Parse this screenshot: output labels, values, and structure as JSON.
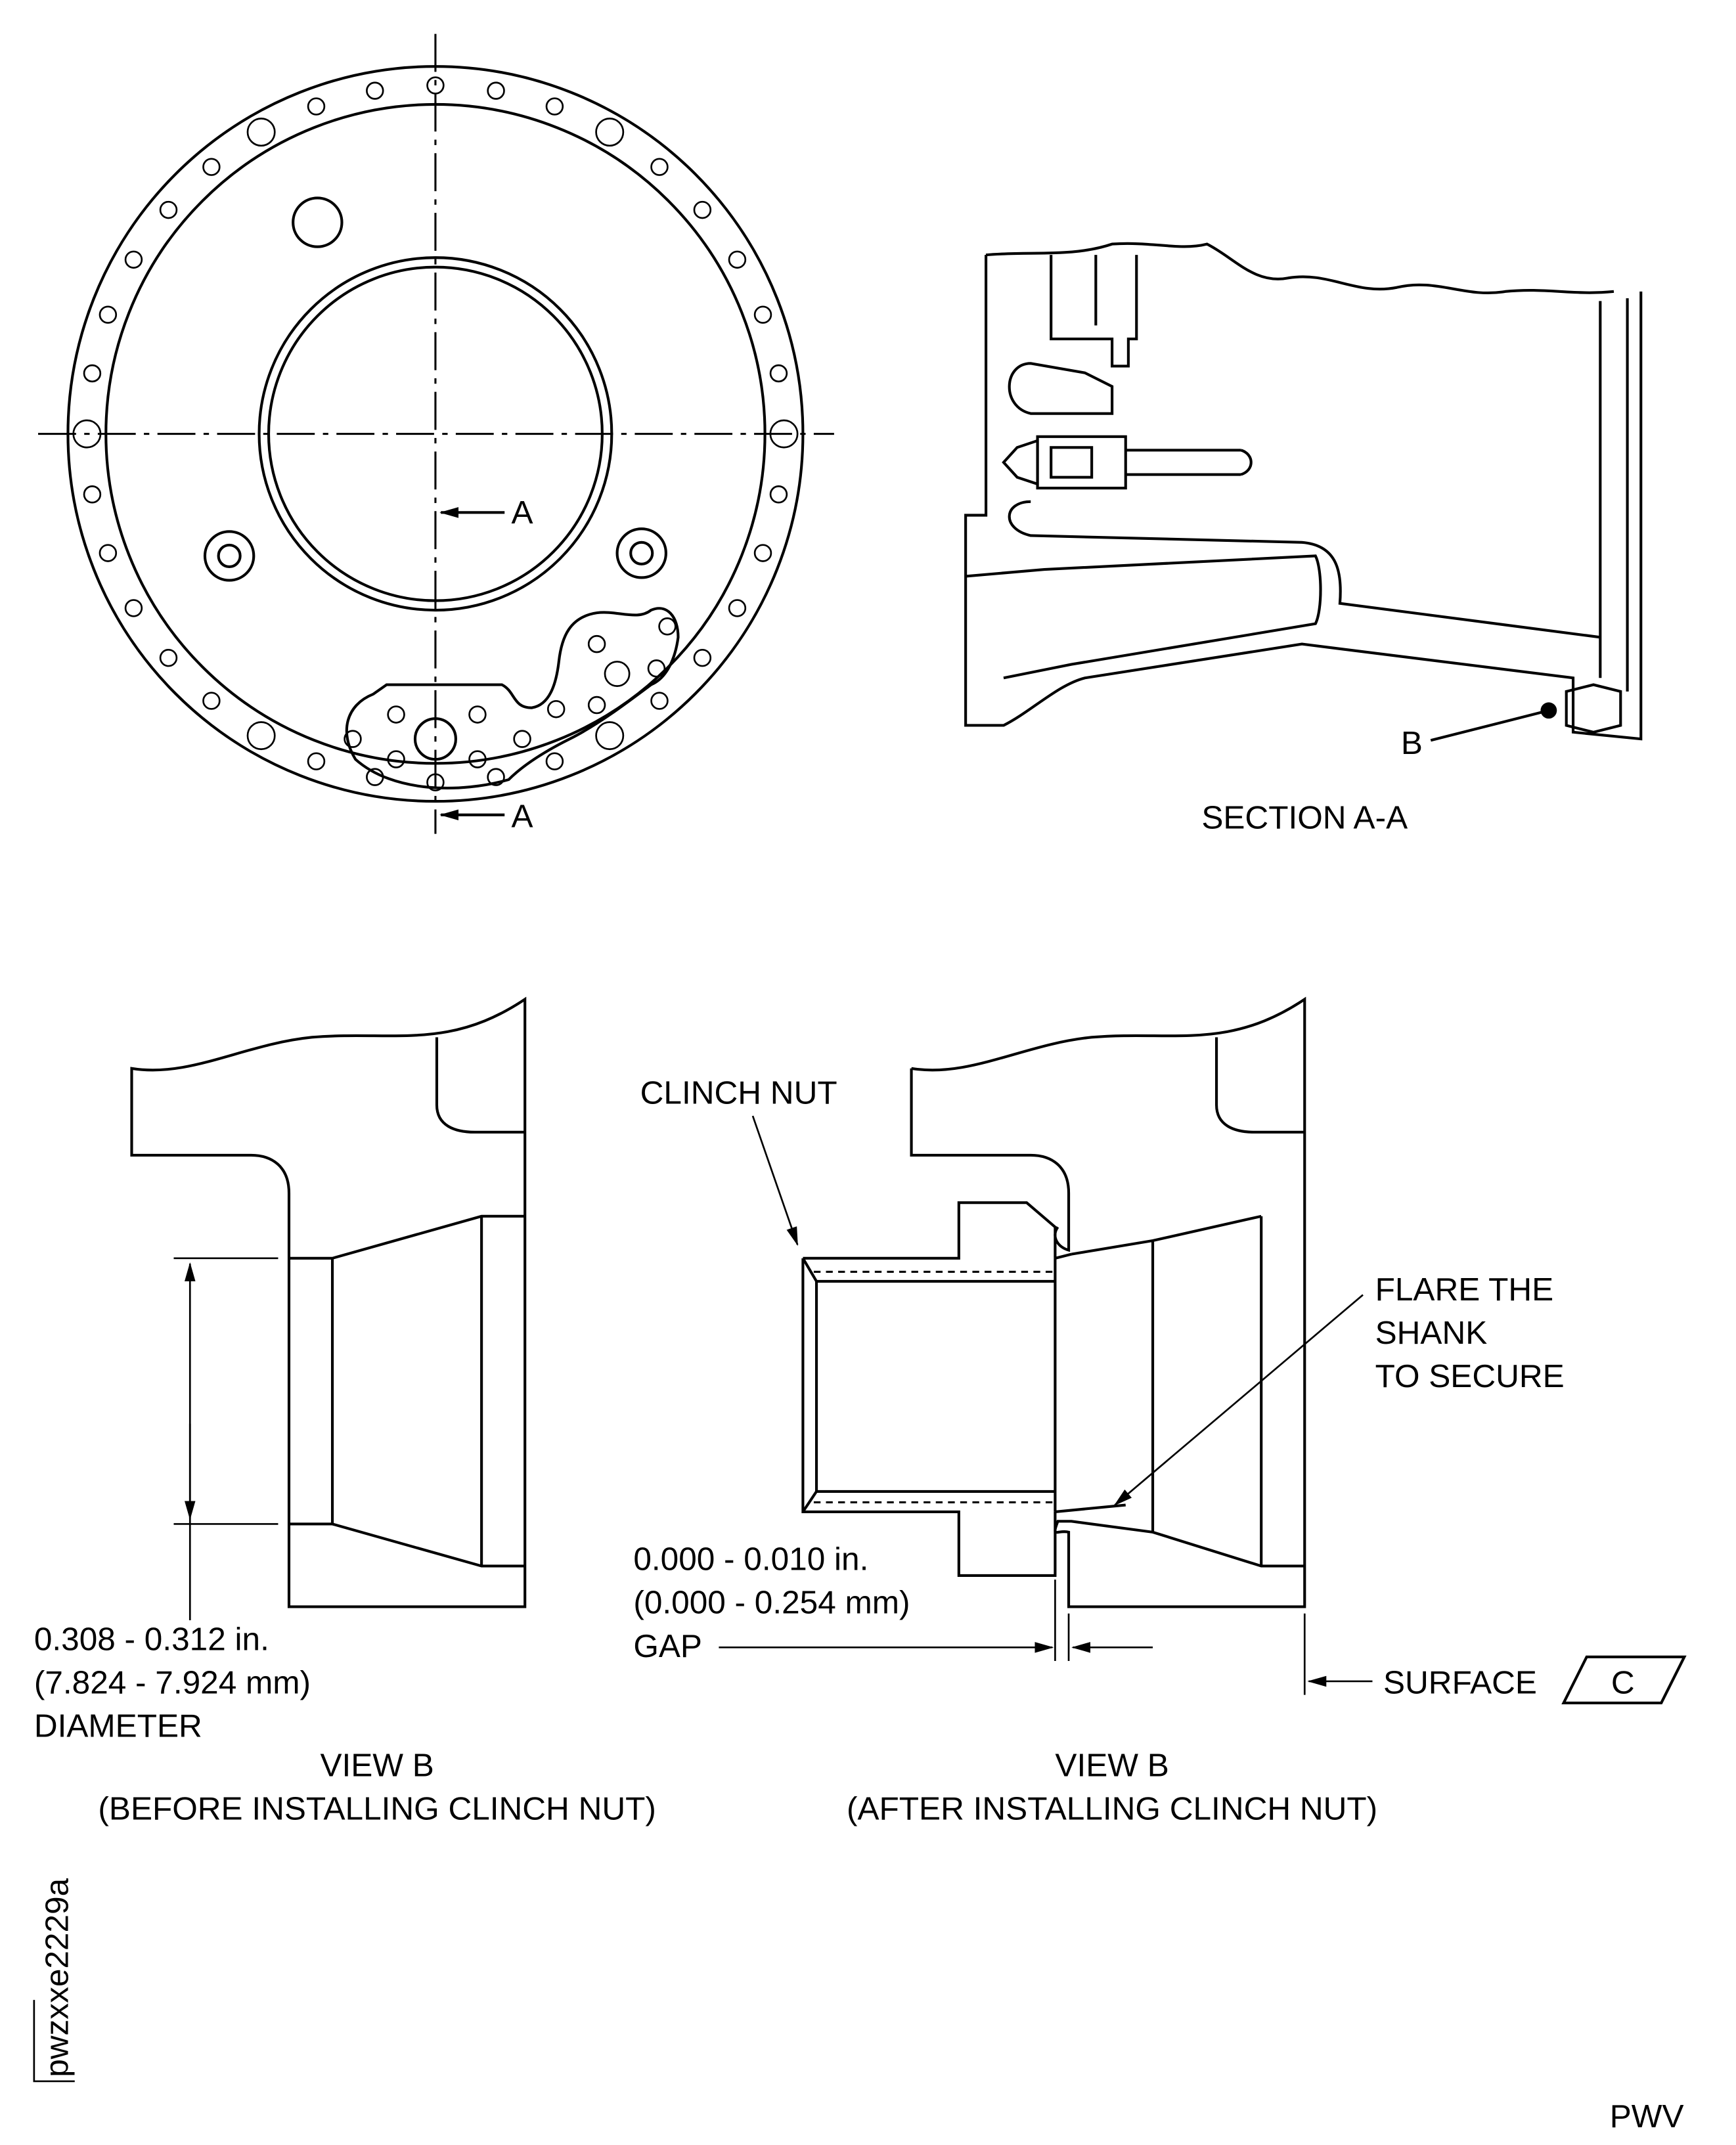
{
  "labels": {
    "section_arrow_a1": "A",
    "section_arrow_a2": "A",
    "section_title": "SECTION A-A",
    "detail_b": "B",
    "clinch_nut": "CLINCH NUT",
    "flare_line1": "FLARE THE",
    "flare_line2": "SHANK",
    "flare_line3": "TO SECURE",
    "gap_line1": "0.000 - 0.010 in.",
    "gap_line2": "(0.000 - 0.254 mm)",
    "gap_line3": "GAP",
    "surface": "SURFACE",
    "datum": "C",
    "diameter_line1": "0.308 - 0.312 in.",
    "diameter_line2": "(7.824 - 7.924 mm)",
    "diameter_line3": "DIAMETER",
    "view_before_title": "VIEW B",
    "view_before_sub": "(BEFORE INSTALLING CLINCH NUT)",
    "view_after_title": "VIEW B",
    "view_after_sub": "(AFTER INSTALLING CLINCH NUT)",
    "figure_id": "pwzxxe2229a",
    "corner_code": "PWV"
  }
}
